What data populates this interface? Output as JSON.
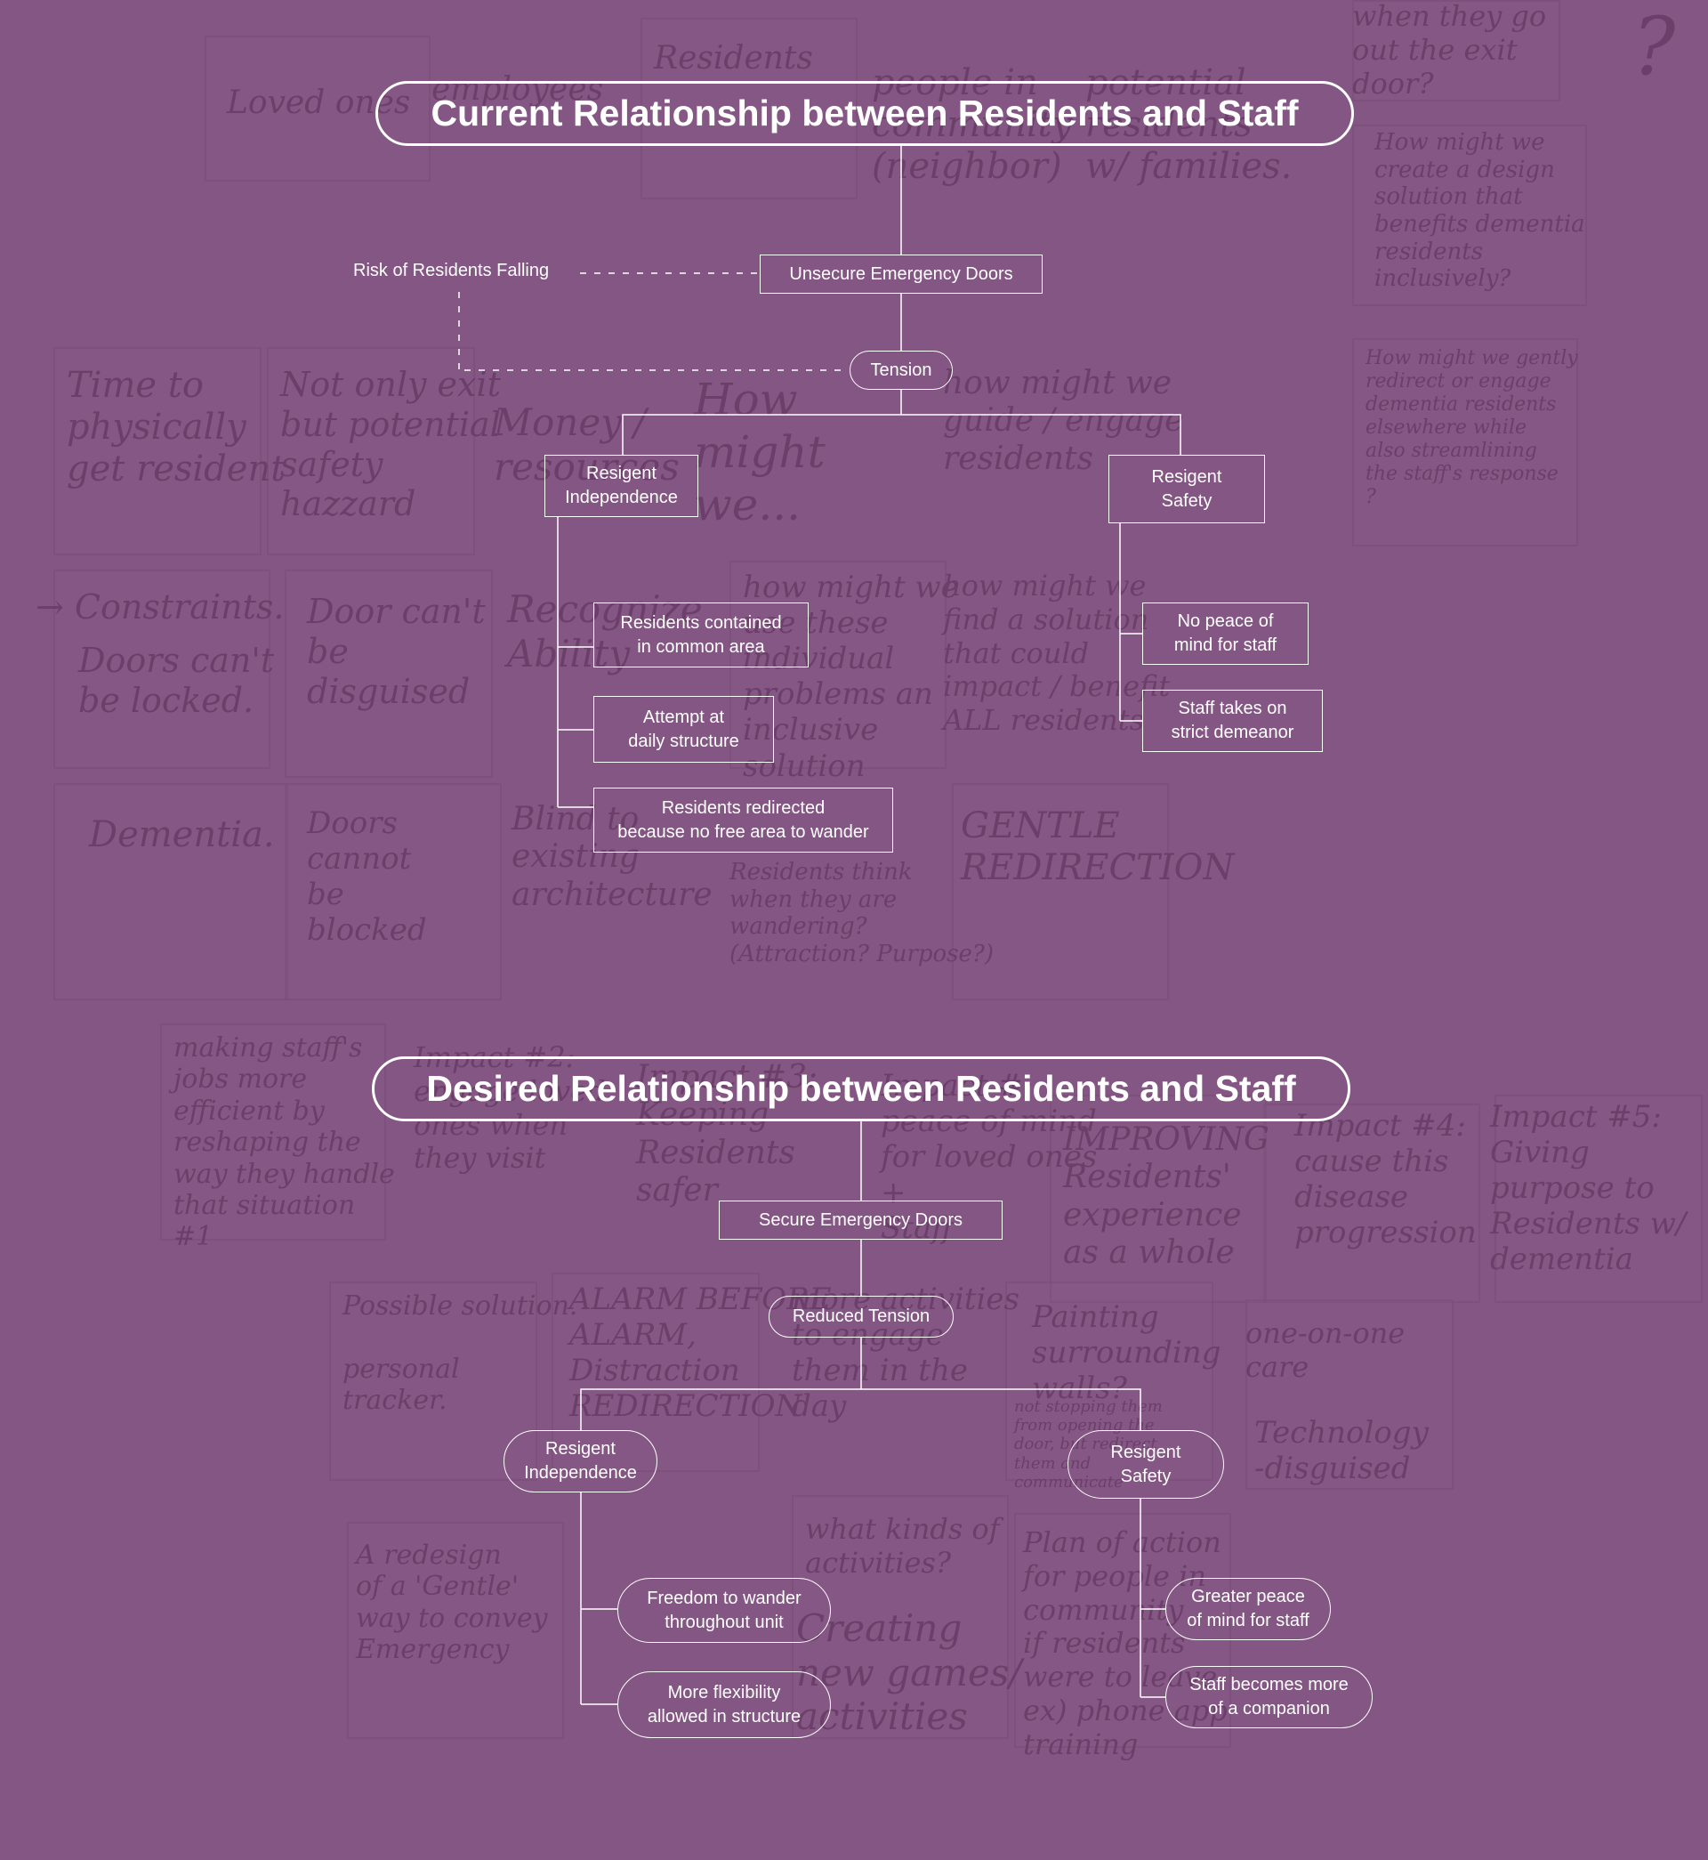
{
  "colors": {
    "background": "#845683",
    "ink": "#ffffff",
    "background_notes": "#6c3f6a"
  },
  "current": {
    "title": "Current Relationship between Residents and Staff",
    "risk_label": "Risk of Residents Falling",
    "doors": "Unsecure Emergency Doors",
    "tension": "Tension",
    "independence": "Resigent\nIndependence",
    "safety": "Resigent\nSafety",
    "independence_items": [
      "Residents contained\nin common area",
      "Attempt at\ndaily structure",
      "Residents redirected\nbecause no free area to wander"
    ],
    "safety_items": [
      "No peace of\nmind for staff",
      "Staff takes on\nstrict demeanor"
    ]
  },
  "desired": {
    "title": "Desired Relationship between Residents and Staff",
    "doors": "Secure Emergency Doors",
    "tension": "Reduced Tension",
    "independence": "Resigent\nIndependence",
    "safety": "Resigent\nSafety",
    "independence_items": [
      "Freedom to wander\nthroughout unit",
      "More flexibility\nallowed in structure"
    ],
    "safety_items": [
      "Greater peace\nof mind for staff",
      "Staff becomes more\nof a companion"
    ]
  },
  "background_notes": [
    "Loved ones",
    "employees",
    "Residents",
    "people in\ncommunity\n(neighbor)",
    "potential\nresidents\nw/ families.",
    "when they go\nout the exit\ndoor?",
    "?",
    "How might we\ncreate a design\nsolution that\nbenefits dementia\nresidents\ninclusively?",
    "Time to\nphysically\nget resident",
    "Not only exit\nbut potential\nsafety\nhazzard",
    "Money /\nresources",
    "How\nmight\nwe...",
    "how might we\nguide / engage\nresidents",
    "How might we gently\nredirect or engage\ndementia residents\nelsewhere while\nalso streamlining\nthe staff's response\n?",
    "→ Constraints.",
    "Doors can't\nbe locked.",
    "Door can't\nbe\ndisguised",
    "Recognize\nAbility",
    "how might we\nuse these\nindividual\nproblems an\ninclusive\nsolution",
    "how might we\nfind a solution\nthat could\nimpact / benefit\nALL residents",
    "Dementia.",
    "Doors\ncannot\nbe\nblocked",
    "Blind to\nexisting\narchitecture",
    "Residents think\nwhen they are\nwandering?\n(Attraction? Purpose?)",
    "GENTLE\nREDIRECTION",
    "making staff's\njobs more\nefficient by\nreshaping the\nway they handle\nthat situation\n#1",
    "Impact #2:\nengage loved\nones when\nthey visit",
    "Impact #3:\nKeeping\nResidents\nsafer",
    "Impact #:\npeace of mind\nfor loved ones\n+\nStaff",
    "IMPROVING\nResidents'\nexperience\nas a whole",
    "Impact #4:\ncause this\ndisease\nprogression",
    "Impact #5:\nGiving\npurpose to\nResidents w/\ndementia",
    "Possible solution.\n\npersonal\ntracker.",
    "ALARM BEFORE\nALARM,\nDistraction\nREDIRECTION",
    "more activities\nto engage\nthem in the\nday",
    "Painting\nsurrounding\nwalls?",
    "one-on-one\ncare",
    "Technology\n-disguised",
    "not stopping them\nfrom opening the\ndoor, but redirect\nthem and\ncommunicate",
    "A redesign\nof a 'Gentle'\nway to convey\nEmergency",
    "what kinds of\nactivities?",
    "Creating\nnew games/\nactivities",
    "Plan of action\nfor people in\ncommunity\nif residents\nwere to leave\nex) phone app\ntraining"
  ]
}
